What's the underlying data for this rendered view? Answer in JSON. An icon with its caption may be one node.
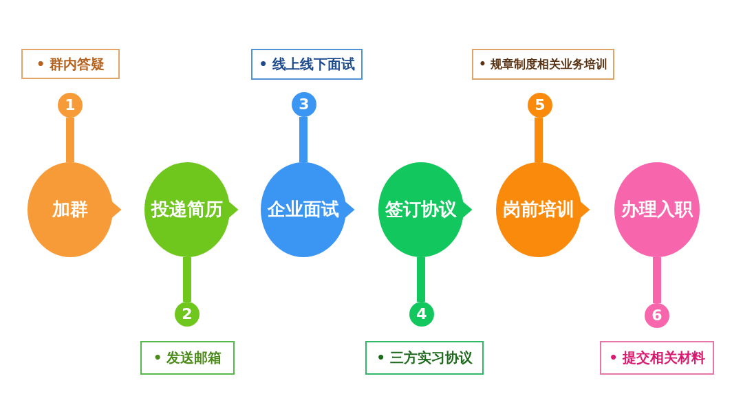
{
  "diagram": {
    "nodes": [
      {
        "text": [
          "加群"
        ]
      },
      {
        "text": [
          "1"
        ]
      },
      {
        "text": [
          "• 群内答疑"
        ]
      },
      {
        "text": [
          "投递简历"
        ]
      },
      {
        "text": [
          "2"
        ]
      },
      {
        "text": [
          "• 发送邮箱"
        ]
      },
      {
        "text": [
          "企业面试"
        ]
      },
      {
        "text": [
          "3"
        ]
      },
      {
        "text": [
          "• 线上线下面试"
        ]
      },
      {
        "text": [
          "签订协议"
        ]
      },
      {
        "text": [
          "4"
        ]
      },
      {
        "text": [
          "• 三方实习协议"
        ]
      },
      {
        "text": [
          "岗前培训"
        ]
      },
      {
        "text": [
          "5"
        ]
      },
      {
        "text": [
          "• 规章制度相关业务培训"
        ]
      },
      {
        "text": [
          "办理入职"
        ]
      },
      {
        "text": [
          "6"
        ]
      },
      {
        "text": [
          "• 提交相关材料"
        ]
      }
    ],
    "edges": [
      {
        "from": 0,
        "to": 1,
        "arrow": "none",
        "color": "#f79a38"
      },
      {
        "from": 0,
        "to": 3,
        "arrow": "to",
        "color": "#f79a38"
      },
      {
        "from": 3,
        "to": 4,
        "arrow": "none",
        "color": "#6fc61c"
      },
      {
        "from": 3,
        "to": 6,
        "arrow": "to",
        "color": "#6fc61c"
      },
      {
        "from": 6,
        "to": 7,
        "arrow": "none",
        "color": "#3b95f2"
      },
      {
        "from": 6,
        "to": 9,
        "arrow": "to",
        "color": "#3b95f2"
      },
      {
        "from": 9,
        "to": 10,
        "arrow": "none",
        "color": "#12c75d"
      },
      {
        "from": 9,
        "to": 12,
        "arrow": "to",
        "color": "#12c75d"
      },
      {
        "from": 12,
        "to": 13,
        "arrow": "none",
        "color": "#f98a0c"
      },
      {
        "from": 12,
        "to": 15,
        "arrow": "to",
        "color": "#f98a0c"
      },
      {
        "from": 15,
        "to": 16,
        "arrow": "none",
        "color": "#f766ac"
      }
    ]
  }
}
